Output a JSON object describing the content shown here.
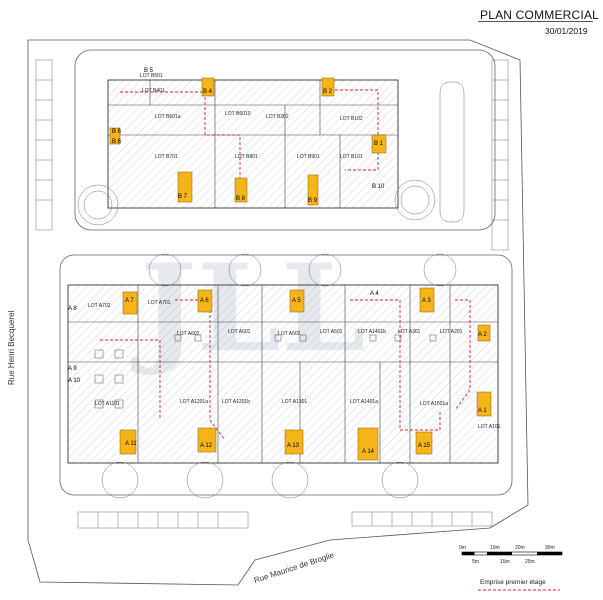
{
  "header": {
    "title": "PLAN COMMERCIAL",
    "date": "30/01/2019"
  },
  "watermark": "JLL",
  "roads": {
    "left": "Rue Henri Becquerel",
    "bottom": "Rue Maurice de Broglie"
  },
  "lots_top": [
    {
      "label": "LOT B501",
      "cx": 0,
      "cy": 0
    },
    {
      "label": "LOT B401",
      "cx": 0,
      "cy": 0
    },
    {
      "label": "LOT B601a",
      "cx": 0,
      "cy": 0
    },
    {
      "label": "LOT B6010",
      "cx": 0,
      "cy": 0
    },
    {
      "label": "LOT B202",
      "cx": 0,
      "cy": 0
    },
    {
      "label": "LOT B102",
      "cx": 0,
      "cy": 0
    },
    {
      "label": "LOT B701",
      "cx": 0,
      "cy": 0
    },
    {
      "label": "LOT B801",
      "cx": 0,
      "cy": 0
    },
    {
      "label": "LOT B901",
      "cx": 0,
      "cy": 0
    },
    {
      "label": "LOT B101",
      "cx": 0,
      "cy": 0
    }
  ],
  "lots_bottom": [
    {
      "label": "LOT A702"
    },
    {
      "label": "LOT A701"
    },
    {
      "label": "LOT A602"
    },
    {
      "label": "LOT A601"
    },
    {
      "label": "LOT A502"
    },
    {
      "label": "LOT A501"
    },
    {
      "label": "LOT A1401b"
    },
    {
      "label": "LOT A301"
    },
    {
      "label": "LOT A201"
    },
    {
      "label": "LOT A1101"
    },
    {
      "label": "LOT A1201a"
    },
    {
      "label": "LOT A1201b"
    },
    {
      "label": "LOT A1301"
    },
    {
      "label": "LOT A1401a"
    },
    {
      "label": "LOT A1501a"
    },
    {
      "label": "LOT A101"
    }
  ],
  "cell_tags": [
    "B 5",
    "B 4",
    "B 2",
    "B 6",
    "B 6",
    "B 1",
    "B 10",
    "B 7",
    "B 8",
    "B 9",
    "A 8",
    "A 7",
    "A 6",
    "A 5",
    "A 4",
    "A 3",
    "A 2",
    "A 9",
    "A 10",
    "A 1",
    "A 11",
    "A 12",
    "A 13",
    "A 14",
    "A 15"
  ],
  "scale": {
    "ticks": [
      "0m",
      "10m",
      "20m",
      "30m",
      "5m",
      "15m",
      "25m"
    ]
  },
  "legend": {
    "label": "Emprise premier étage",
    "color": "#e0202a"
  },
  "colors": {
    "stair": "#f4b41a",
    "dash": "#e0202a",
    "line": "#444444"
  }
}
